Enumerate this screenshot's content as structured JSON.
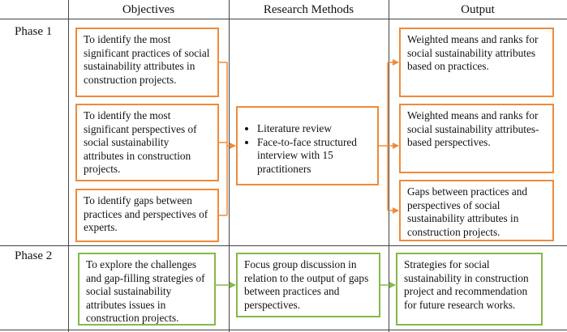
{
  "headers": {
    "objectives": "Objectives",
    "methods": "Research Methods",
    "output": "Output"
  },
  "phases": {
    "phase1": "Phase 1",
    "phase2": "Phase 2"
  },
  "phase1": {
    "objectives": [
      "To identify the most significant practices of social sustainability attributes in construction projects.",
      "To identify the most significant perspectives of social sustainability attributes in construction projects.",
      "To identify gaps between practices and perspectives of experts."
    ],
    "methods": [
      "Literature review",
      "Face-to-face structured interview with 15 practitioners"
    ],
    "outputs": [
      "Weighted means and ranks for social sustainability attributes based on practices.",
      "Weighted means and ranks for social sustainability attributes-based perspectives.",
      "Gaps between practices and perspectives of social sustainability attributes in construction projects."
    ]
  },
  "phase2": {
    "objective": "To explore the challenges and gap-filling strategies of social sustainability attributes issues in construction projects.",
    "method": "Focus group discussion in relation to the output of gaps between practices and perspectives.",
    "output": "Strategies for social sustainability in construction project and recommendation for future research works."
  },
  "colors": {
    "phase1_border": "#ef8a3a",
    "phase2_border": "#86b84a",
    "grid": "#444444"
  }
}
